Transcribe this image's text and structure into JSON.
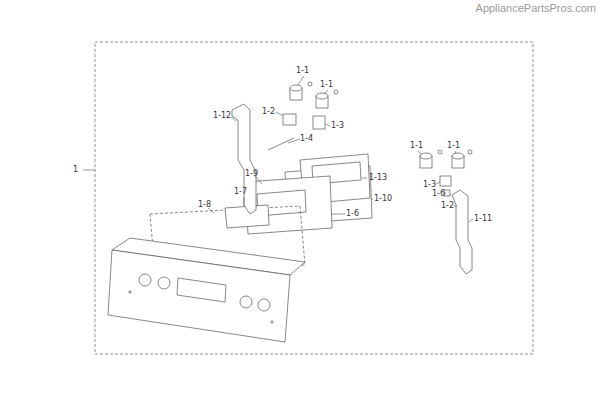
{
  "diagram": {
    "labels": [
      "AppliancePartsPros.com",
      "1",
      "1-1",
      "1-1",
      "1-2",
      "1-3",
      "1-4",
      "1-12",
      "1-1",
      "1-1",
      "1-3",
      "1-6",
      "1-2",
      "1-11",
      "1-13",
      "1-9",
      "1-7",
      "1-10",
      "1-6",
      "1-8"
    ]
  }
}
